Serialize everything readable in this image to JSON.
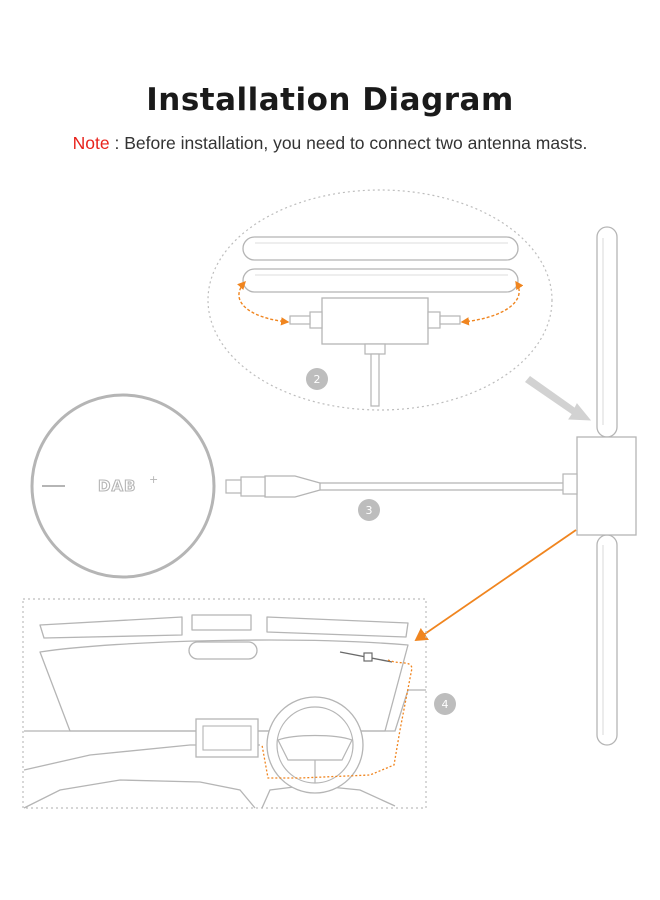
{
  "header": {
    "title": "Installation Diagram",
    "note_label": "Note",
    "note_separator": " : ",
    "note_text": "Before installation, you need to connect two antenna masts."
  },
  "steps": {
    "step2": "2",
    "step3": "3",
    "step4": "4"
  },
  "receiver": {
    "logo_text": "DAB",
    "logo_plus": "+"
  },
  "colors": {
    "note_red": "#e8231c",
    "arrow_orange": "#f0851f",
    "line_gray": "#b5b5b5",
    "step_badge": "#bdbdbd"
  }
}
